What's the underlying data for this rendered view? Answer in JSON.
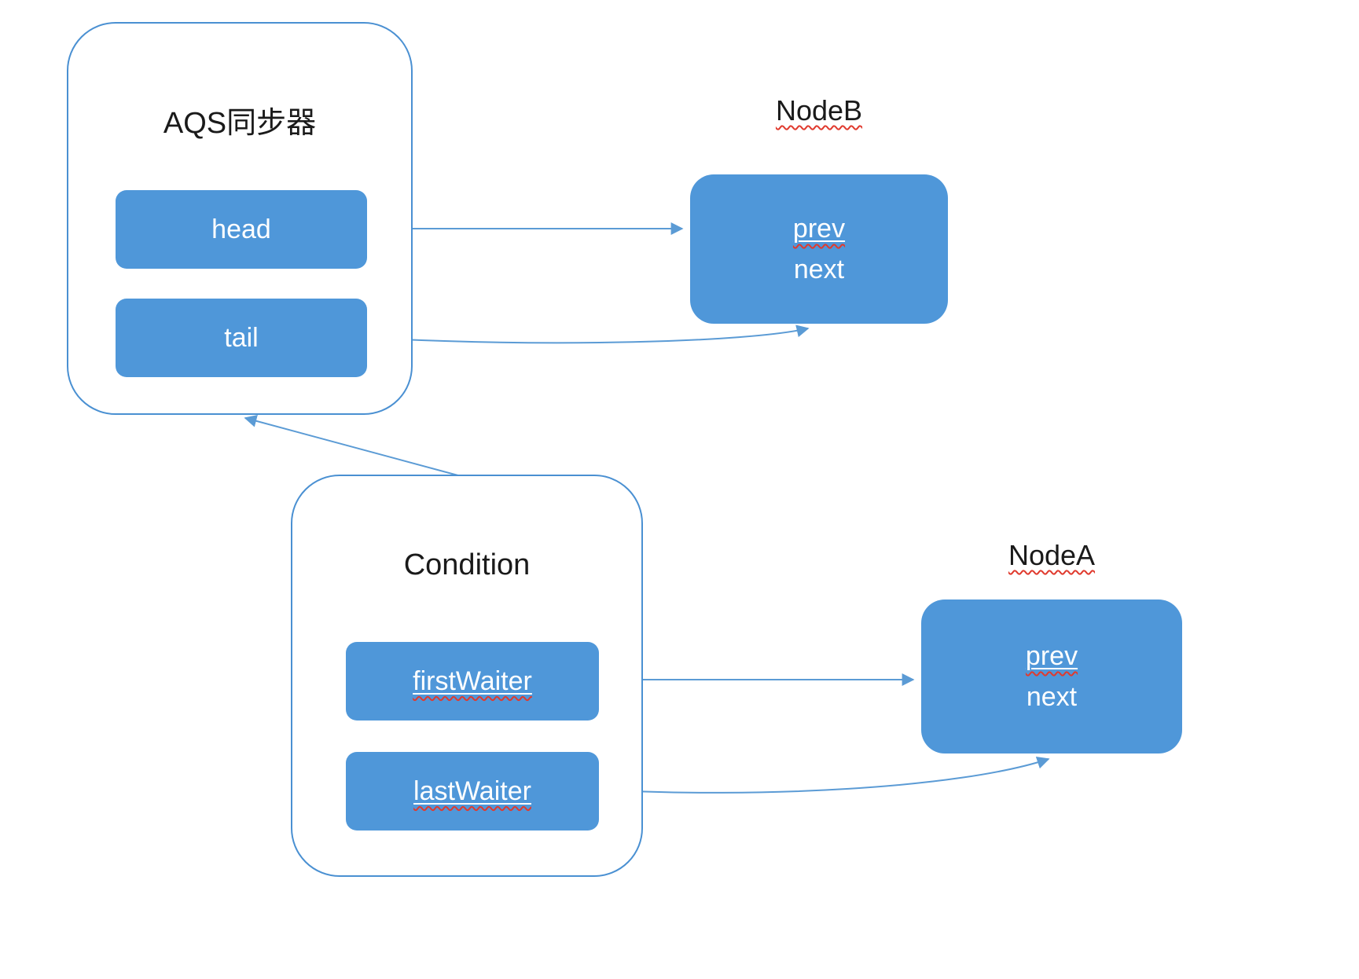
{
  "colors": {
    "box_fill": "#4f97d9",
    "container_border": "#4a90d2",
    "arrow": "#5b9bd5",
    "squiggle": "#e03a2e",
    "title_text": "#1a1a1a",
    "box_text": "#ffffff"
  },
  "aqs": {
    "title": "AQS同步器",
    "fields": [
      {
        "label": "head"
      },
      {
        "label": "tail"
      }
    ]
  },
  "node_b": {
    "title": "NodeB",
    "prev_label": "prev",
    "next_label": "next"
  },
  "condition": {
    "title": "Condition",
    "fields": [
      {
        "label": "firstWaiter"
      },
      {
        "label": "lastWaiter"
      }
    ]
  },
  "node_a": {
    "title": "NodeA",
    "prev_label": "prev",
    "next_label": "next"
  },
  "arrows": [
    {
      "from": "head",
      "to": "NodeB"
    },
    {
      "from": "tail",
      "to": "NodeB"
    },
    {
      "from": "Condition",
      "to": "AQS同步器"
    },
    {
      "from": "firstWaiter",
      "to": "NodeA"
    },
    {
      "from": "lastWaiter",
      "to": "NodeA"
    }
  ]
}
